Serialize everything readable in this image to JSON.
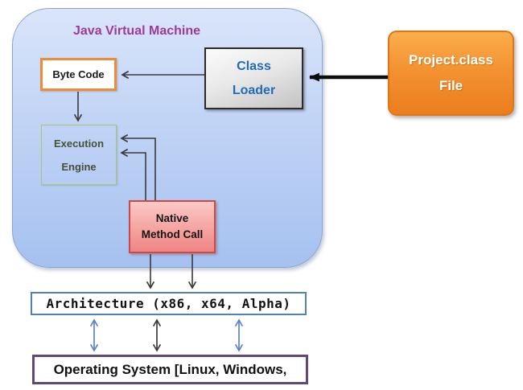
{
  "title": "Java Virtual Machine",
  "nodes": {
    "byte_code": {
      "label": "Byte Code"
    },
    "class_loader": {
      "line1": "Class",
      "line2": "Loader"
    },
    "execution_engine": {
      "line1": "Execution",
      "line2": "Engine"
    },
    "native_method_call": {
      "line1": "Native",
      "line2": "Method Call"
    },
    "project_class_file": {
      "line1": "Project.class",
      "line2": "File"
    },
    "architecture": {
      "label": "Architecture (x86, x64, Alpha)"
    },
    "operating_system": {
      "label": "Operating System [Linux, Windows,"
    }
  },
  "edges": [
    {
      "from": "project_class_file",
      "to": "class_loader",
      "style": "thick-black-arrow"
    },
    {
      "from": "class_loader",
      "to": "byte_code",
      "style": "thin-arrow"
    },
    {
      "from": "byte_code",
      "to": "execution_engine",
      "style": "thin-arrow"
    },
    {
      "from": "native_method_call",
      "to": "execution_engine",
      "style": "thin-arrow",
      "count": 2
    },
    {
      "from": "native_method_call",
      "to": "architecture",
      "style": "thin-arrow",
      "count": 2
    },
    {
      "from": "architecture",
      "to": "operating_system",
      "style": "double-headed",
      "count": 3,
      "colors": [
        "blue",
        "black",
        "blue"
      ]
    }
  ],
  "colors": {
    "jvm_fill_top": "#dae5fa",
    "jvm_fill_bottom": "#a6c1f0",
    "jvm_border": "#8aa5cd",
    "jvm_title_text": "#9a3a99",
    "byte_code_border": "#ed8c38",
    "class_loader_text": "#1f6cb8",
    "class_loader_fill": "#d9d9d9",
    "execution_engine_fill": "#e4f4b8",
    "execution_engine_border": "#a7c86e",
    "native_fill": "#f5a3a0",
    "native_border": "#cb4a48",
    "project_fill": "#f39231",
    "project_text": "#ffffff",
    "architecture_border": "#4f81bd",
    "operating_system_border": "#5f497a",
    "arrow_dark": "#3a3a3a",
    "arrow_blue": "#5b83c4",
    "arrow_thick": "#0d0d0d"
  }
}
